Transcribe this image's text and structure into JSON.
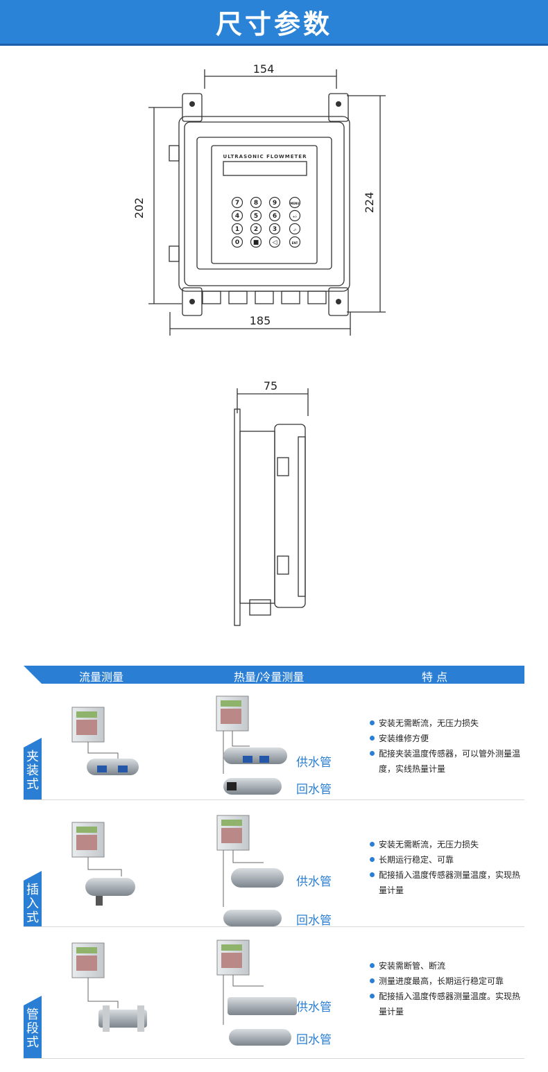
{
  "header": {
    "title": "尺寸参数"
  },
  "front_view": {
    "width_top": "154",
    "height_left": "202",
    "height_right": "224",
    "width_bottom": "185",
    "panel_label": "ULTRASONIC FLOWMETER",
    "keys": [
      "7",
      "8",
      "9",
      "MENU",
      "4",
      "5",
      "6",
      "+/-",
      "1",
      "2",
      "3",
      "./-",
      "0",
      "■",
      "◁",
      "ENT"
    ]
  },
  "side_view": {
    "depth": "75"
  },
  "table": {
    "headers": [
      "流量测量",
      "热量/冷量测量",
      "特 点"
    ],
    "rows": [
      {
        "tag": "夹装式",
        "supply": "供水管",
        "return": "回水管",
        "features": [
          "安装无需断流，无压力损失",
          "安装维修方便",
          "配接夹装温度传感器，可以管外测量温度，实线热量计量"
        ]
      },
      {
        "tag": "插入式",
        "supply": "供水管",
        "return": "回水管",
        "features": [
          "安装无需断流，无压力损失",
          "长期运行稳定、可靠",
          "配接插入温度传感器测量温度，实现热量计量"
        ]
      },
      {
        "tag": "管段式",
        "supply": "供水管",
        "return": "回水管",
        "features": [
          "安装需断管、断流",
          "测量进度最高，长期运行稳定可靠",
          "配接插入温度传感器测量温度。实现热量计量"
        ]
      }
    ]
  },
  "colors": {
    "accent": "#2a83d6",
    "drawing": "#333333"
  }
}
